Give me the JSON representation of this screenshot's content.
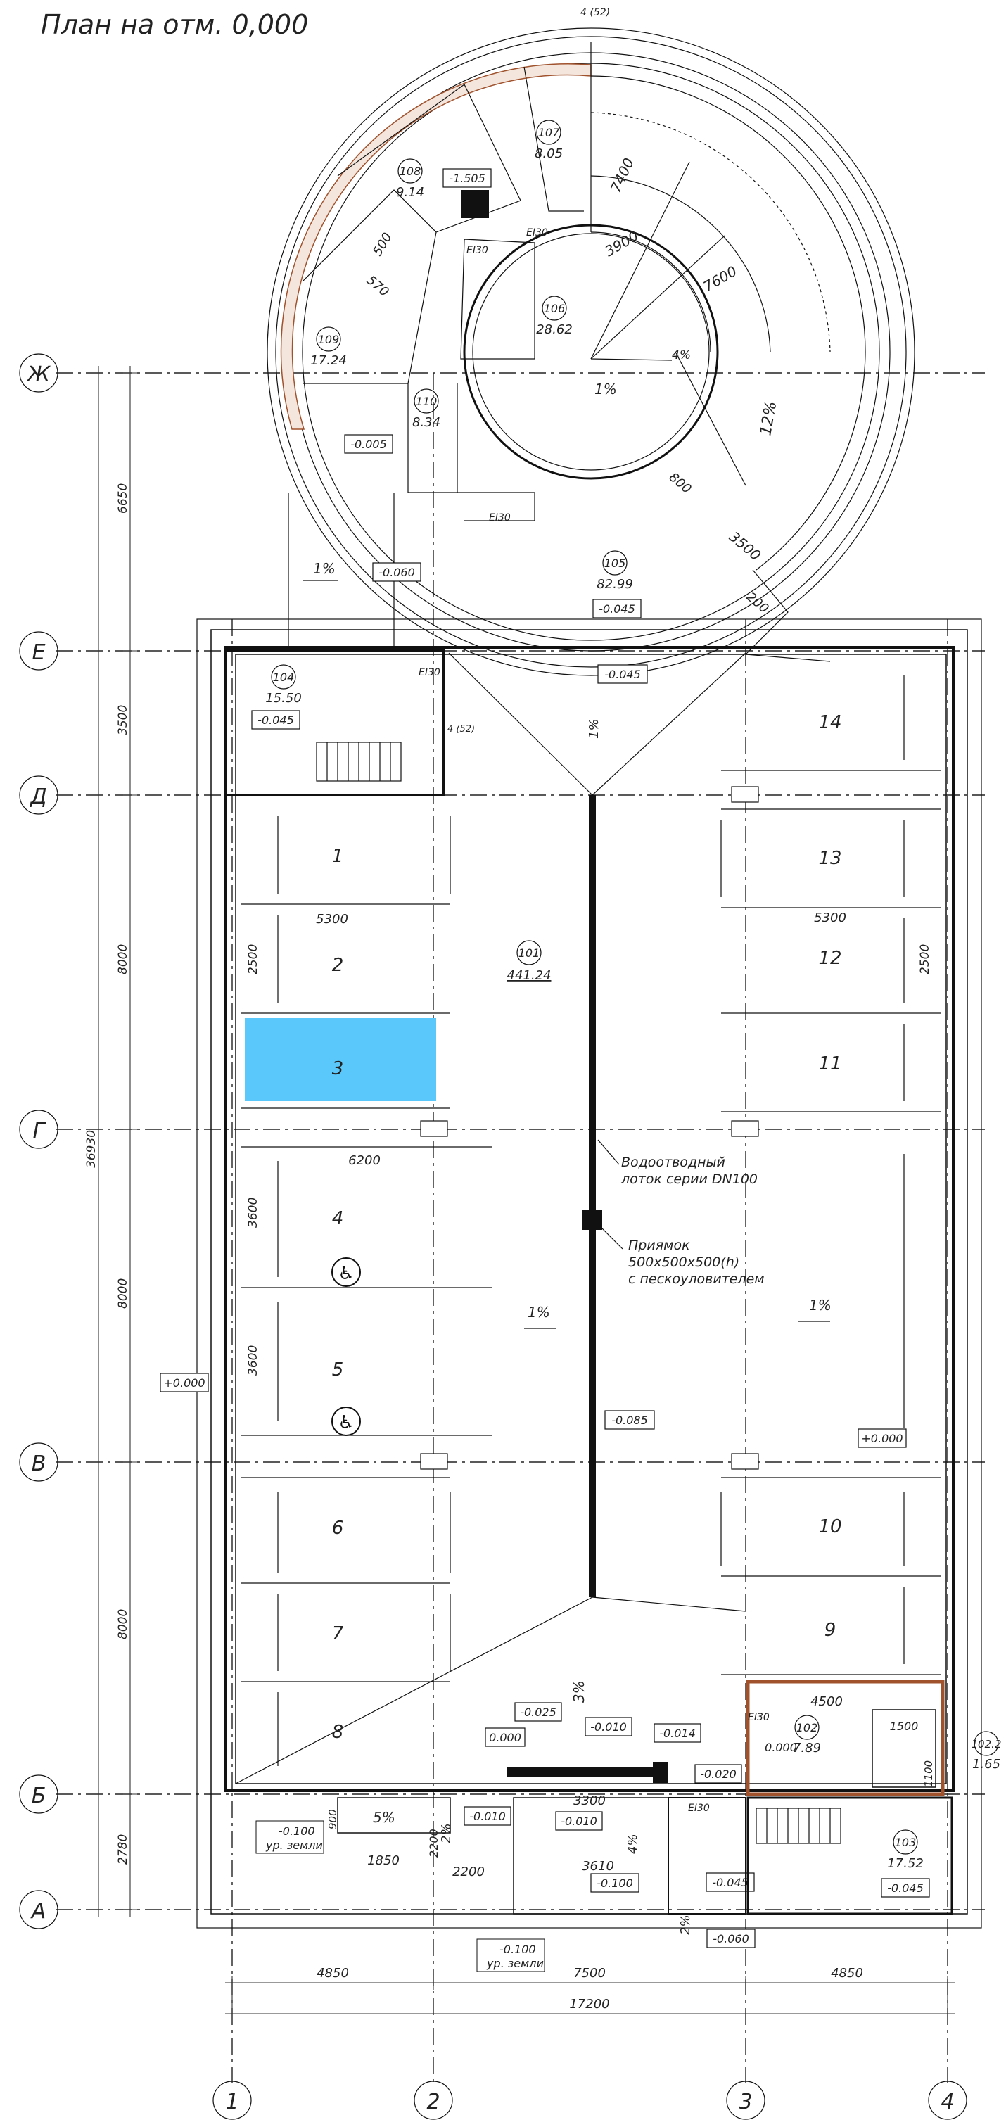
{
  "title": "План на отм. 0,000",
  "axes": {
    "rows": [
      "Ж",
      "Е",
      "Д",
      "Г",
      "В",
      "Б",
      "А"
    ],
    "cols": [
      "1",
      "2",
      "3",
      "4"
    ],
    "col_dims": [
      "4850",
      "7500",
      "4850"
    ],
    "col_total": "17200",
    "row_dims": [
      "6650",
      "3500",
      "8000",
      "8000",
      "8000",
      "2780"
    ],
    "row_total": "36930"
  },
  "rooms": [
    {
      "num": "101",
      "area": "441.24"
    },
    {
      "num": "102",
      "area": "7.89"
    },
    {
      "num": "103",
      "area": "17.52"
    },
    {
      "num": "104",
      "area": "15.50"
    },
    {
      "num": "105",
      "area": "82.99"
    },
    {
      "num": "106",
      "area": "28.62"
    },
    {
      "num": "107",
      "area": "8.05"
    },
    {
      "num": "108",
      "area": "9.14"
    },
    {
      "num": "109",
      "area": "17.24"
    },
    {
      "num": "110",
      "area": "8.34"
    },
    {
      "num": "102.2",
      "area": "1.65"
    }
  ],
  "parking_spaces": [
    "1",
    "2",
    "3",
    "4",
    "5",
    "6",
    "7",
    "8",
    "9",
    "10",
    "11",
    "12",
    "13",
    "14"
  ],
  "selected_space": "3",
  "levels": {
    "m0045": "-0.045",
    "m0060": "-0.060",
    "m0005": "-0.005",
    "m1505": "-1.505",
    "m0085": "-0.085",
    "m0025": "-0.025",
    "m0010": "-0.010",
    "m0014": "-0.014",
    "m0020": "-0.020",
    "m0100": "-0.100",
    "p0000": "+0.000",
    "z0000": "0.000"
  },
  "ground_level_label": "ур. земли",
  "slopes": [
    "1%",
    "3%",
    "4%",
    "5%",
    "2%",
    "12%"
  ],
  "dims": {
    "d5300": "5300",
    "d2500": "2500",
    "d6200": "6200",
    "d3600": "3600",
    "d4500": "4500",
    "d1500": "1500",
    "d1100": "1100",
    "d3300": "3300",
    "d3610": "3610",
    "d2200": "2200",
    "d1850": "1850",
    "d900": "900",
    "d7400": "7400",
    "d7600": "7600",
    "d3900": "3900",
    "d3500": "3500",
    "d200": "200",
    "d800": "800",
    "d570": "570",
    "d500": "500",
    "top_mark": "4 (52)",
    "mid_mark": "4 (52)"
  },
  "fire_rating": "EI30",
  "annotations": {
    "drain": [
      "Водоотводный",
      "лоток серии DN100"
    ],
    "pit": [
      "Приямок",
      "500х500х500(h)",
      "с пескоуловителем"
    ]
  },
  "colors": {
    "selection": "#5ac8fa",
    "hatch": "#a0522d",
    "ink": "#111111"
  }
}
